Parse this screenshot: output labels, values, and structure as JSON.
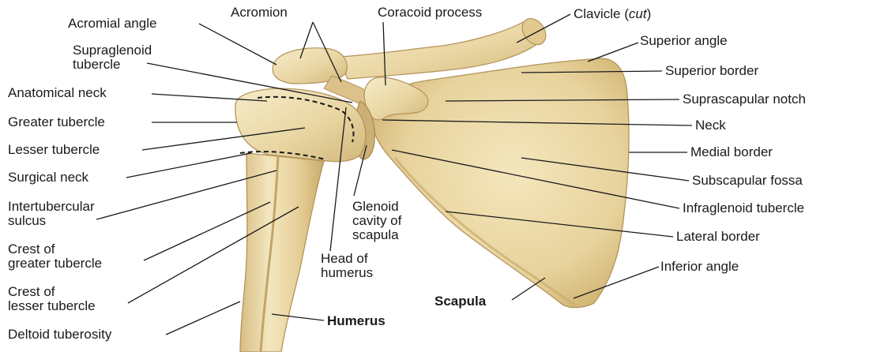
{
  "colors": {
    "bone": "#e9d6a3",
    "bone_light": "#f6ecca",
    "bone_shadow": "#c9ab6c",
    "leader_line": "#1a1a1a"
  },
  "labels": {
    "acromial_angle": "Acromial angle",
    "acromion": "Acromion",
    "coracoid_process": "Coracoid process",
    "clavicle": "Clavicle (",
    "clavicle_cut": "cut",
    "clavicle_close": ")",
    "superior_angle": "Superior angle",
    "supraglenoid_1": "Supraglenoid",
    "supraglenoid_2": "tubercle",
    "superior_border": "Superior border",
    "anatomical_neck": "Anatomical neck",
    "suprascapular_notch": "Suprascapular notch",
    "greater_tubercle": "Greater tubercle",
    "neck": "Neck",
    "lesser_tubercle": "Lesser tubercle",
    "medial_border": "Medial border",
    "surgical_neck": "Surgical neck",
    "subscapular_fossa": "Subscapular fossa",
    "intertubercular_1": "Intertubercular",
    "intertubercular_2": "sulcus",
    "glenoid_1": "Glenoid",
    "glenoid_2": "cavity of",
    "glenoid_3": "scapula",
    "infraglenoid_tubercle": "Infraglenoid tubercle",
    "lateral_border": "Lateral border",
    "crest_greater_1": "Crest of",
    "crest_greater_2": "greater tubercle",
    "head_humerus_1": "Head of",
    "head_humerus_2": "humerus",
    "inferior_angle": "Inferior angle",
    "crest_lesser_1": "Crest of",
    "crest_lesser_2": "lesser tubercle",
    "scapula": "Scapula",
    "humerus": "Humerus",
    "deltoid_tuberosity": "Deltoid tuberosity"
  }
}
